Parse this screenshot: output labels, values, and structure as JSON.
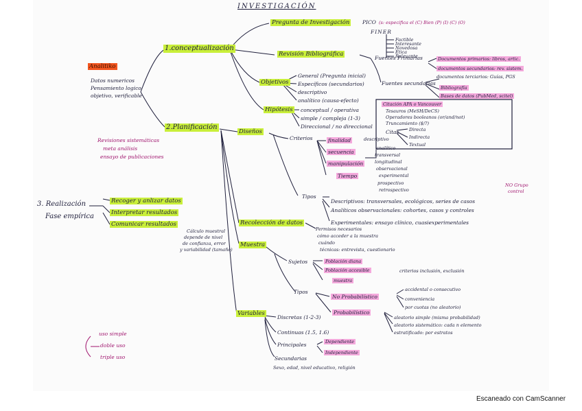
{
  "title": "INVESTIGACIÓN",
  "footer": "Escaneado con CamScanner",
  "left_box": {
    "label": "Analitiko",
    "items": [
      "Datos numericos",
      "Pensamiento logico",
      "objetivo, verificable"
    ]
  },
  "branch1": "1.conceptualización",
  "branch2": "2.Planificación",
  "branch3": [
    "3. Realización",
    "Fase empírica"
  ],
  "realizacion_items": [
    "Recoger y anlizar datos",
    "Interpretar resultados",
    "Comunicar resultados"
  ],
  "planif_notes": [
    "Revisiones sistemáticas",
    "meta análisis",
    "ensayo de publicaciones"
  ],
  "muestra_note": [
    "Cálculo muestral",
    "depende de nivel",
    "de confianza, error",
    "y variabilidad (tamaño)"
  ],
  "uso_note": [
    "uso simple",
    "doble uso",
    "triple uso"
  ],
  "pregunta": {
    "label": "Pregunta de Investigación",
    "pico": "PICO",
    "pico_text": "(s: especifica el (C) Bien (P) (I) (C) (O)",
    "finer": "FINER",
    "finer_items": [
      "Factible",
      "Interesante",
      "Novedosa",
      "Ética",
      "Relevante"
    ]
  },
  "revision": {
    "label": "Revisión Bibliográfica",
    "fuentes_prim": "Fuentes Primarias",
    "fuentes_sec": "Fuentes secundarias",
    "docs": [
      "Documentos primarios: libros, artic.",
      "documentos secundarios: rev. sistem.",
      "documentos terciarios: Guías, PGS",
      "Bibliografía",
      "Bases de datos (PubMed, scitel)"
    ]
  },
  "objetivos": {
    "label": "Objetivos",
    "items": [
      "General (Pregunta inicial)",
      "Específicos (secundarios)",
      "descriptivo",
      "analítico (causa-efecto)"
    ]
  },
  "hipotesis": {
    "label": "Hipótesis",
    "items": [
      "conceptual / operativa",
      "simple / compleja (1-3)",
      "Direccional / no direccional"
    ]
  },
  "citacion": {
    "title": "Citación APA o Vancouver",
    "items": [
      "Tesauros (MeSH/DeCS)",
      "Operadores booleanos (or/and/not)",
      "Truncamiento ($/?)"
    ],
    "citas": "Citas",
    "citas_items": [
      "Directa",
      "Indirecta",
      "Textual"
    ]
  },
  "disenos": {
    "label": "Diseños",
    "criterios": "Criterios",
    "crit_items": [
      "finalidad",
      "secuencia",
      "manipulación",
      "Tiempo"
    ],
    "crit_vals": [
      "descriptivo",
      "analítico",
      "transversal",
      "longitudinal",
      "observacional",
      "experimental",
      "prospectivo",
      "retrospectivo"
    ],
    "tipos": "Tipos",
    "tipos_items": [
      "Descriptivos: transversales, ecológicos, series de casos",
      "Analíticos observacionales: cohortes, casos y controles",
      "Experimentales: ensayo clínico, cuasiexperimentales"
    ],
    "note": [
      "NO Grupo",
      "control"
    ]
  },
  "recoleccion": {
    "label": "Recolección de datos",
    "items": [
      "Permisos necesarios",
      "cómo acceder a la muestra",
      "cuándo",
      "técnicas: entrevista, cuestionario"
    ]
  },
  "muestra": {
    "label": "Muestra",
    "sujetos": "Sujetos",
    "suj_items": [
      "Población diana",
      "Población accesible",
      "muestra"
    ],
    "criterios": "criterios inclusión, exclusión",
    "tipos": "Tipos",
    "no_prob": "No Probabilístico",
    "prob": "Probabilístico",
    "no_prob_items": [
      "accidental o consecutivo",
      "conveniencia",
      "por cuotas (no aleatorio)"
    ],
    "prob_items": [
      "aleatorio simple (misma probabilidad)",
      "aleatorio sistemático: cada n elemento",
      "estratificado: por estratos"
    ]
  },
  "variables": {
    "label": "Variables",
    "discretas": "Discretas (1-2-3)",
    "continuas": "Continuas (1.5, 1.6)",
    "principales": "Principales",
    "dep": "Dependiente",
    "indep": "Independiente",
    "secundarias": "Secundarias",
    "sec_items": "Sexo, edad, nivel educativo, religión"
  }
}
